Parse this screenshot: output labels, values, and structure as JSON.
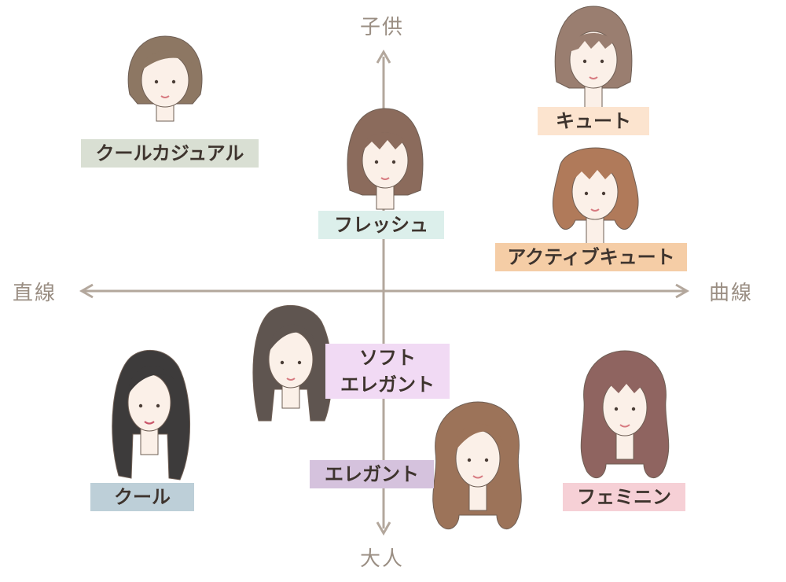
{
  "axes": {
    "top": "子供",
    "bottom": "大人",
    "left": "直線",
    "right": "曲線"
  },
  "types": {
    "cool_casual": {
      "label": "クールカジュアル",
      "color": "#d9dfd3"
    },
    "cute": {
      "label": "キュート",
      "color": "#fce4cf"
    },
    "fresh": {
      "label": "フレッシュ",
      "color": "#dcefeb"
    },
    "active_cute": {
      "label": "アクティブキュート",
      "color": "#f5cda6"
    },
    "soft_elegant": {
      "line1": "ソフト",
      "line2": "エレガント",
      "color": "#f1daf4"
    },
    "elegant": {
      "label": "エレガント",
      "color": "#d5c2dd"
    },
    "cool": {
      "label": "クール",
      "color": "#bdcfd8"
    },
    "feminine": {
      "label": "フェミニン",
      "color": "#f6d0d6"
    }
  },
  "colors": {
    "axis": "#b3a79c",
    "skin": "#fbf0e8",
    "outline": "#6f5f55"
  },
  "illustrations": [
    {
      "id": "cool-casual-face",
      "hair": "#8d7763"
    },
    {
      "id": "cute-face",
      "hair": "#9a7e70"
    },
    {
      "id": "fresh-face",
      "hair": "#8b6b5c"
    },
    {
      "id": "active-cute-face",
      "hair": "#b07a5a"
    },
    {
      "id": "soft-elegant-face",
      "hair": "#5f5550"
    },
    {
      "id": "cool-face",
      "hair": "#3d3b3b"
    },
    {
      "id": "elegant-face",
      "hair": "#9c7359"
    },
    {
      "id": "feminine-face",
      "hair": "#8f6460"
    }
  ]
}
